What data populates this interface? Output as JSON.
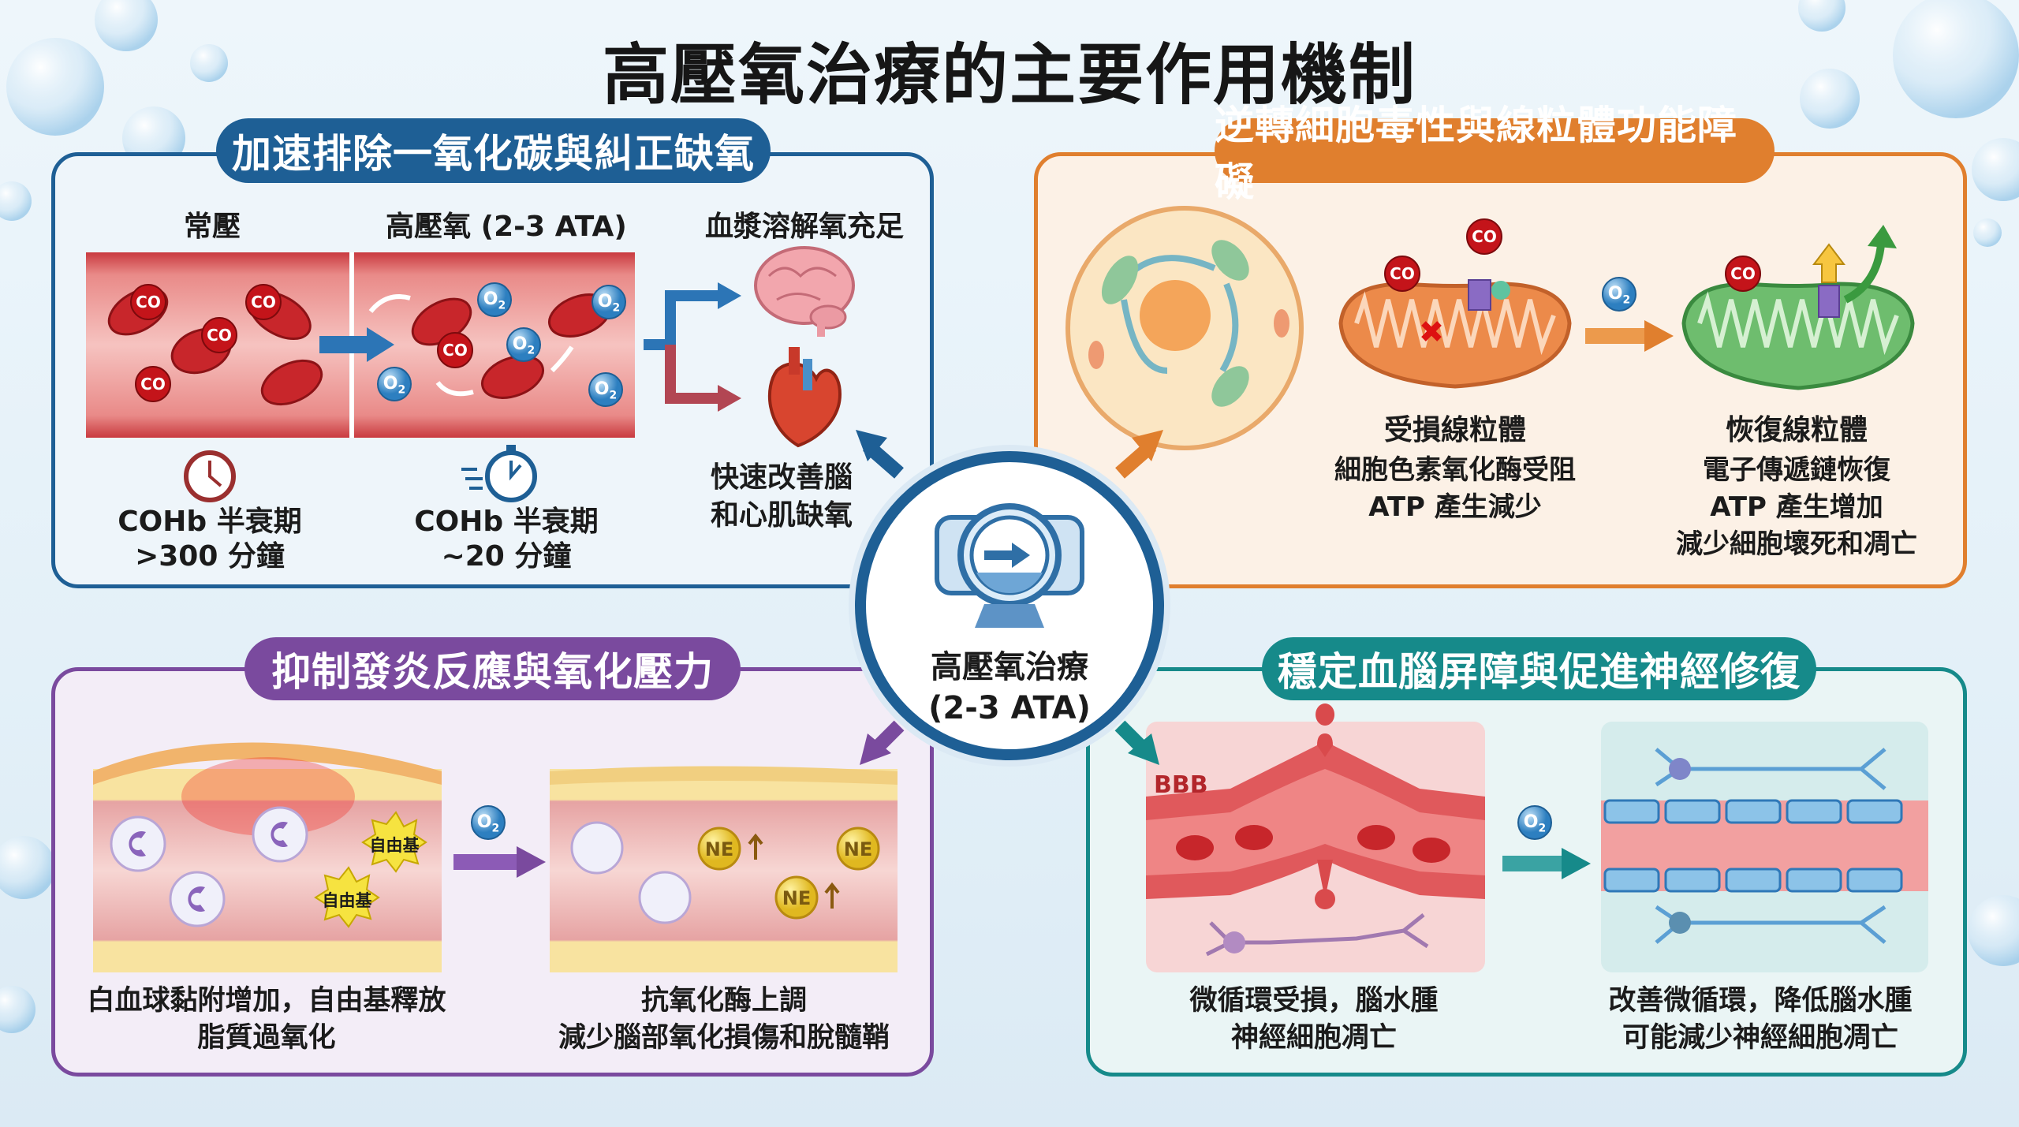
{
  "title": "高壓氧治療的主要作用機制",
  "center": {
    "line1": "高壓氧治療",
    "line2": "(2-3 ATA)"
  },
  "colors": {
    "blue": "#1e5f95",
    "orange": "#e07f2e",
    "purple": "#7a4a9e",
    "teal": "#168a8a"
  },
  "panel_co": {
    "heading": "加速排除一氧化碳與糾正缺氧",
    "label_normal": "常壓",
    "label_hbo": "高壓氧 (2-3 ATA)",
    "label_plasma": "血漿溶解氧充足",
    "co": "CO",
    "o2": "O",
    "o2_sub": "2",
    "normal_halflife": [
      "COHb 半衰期",
      ">300 分鐘"
    ],
    "hbo_halflife": [
      "COHb 半衰期",
      "~20 分鐘"
    ],
    "outcome": [
      "快速改善腦",
      "和心肌缺氧"
    ]
  },
  "panel_mito": {
    "heading": "逆轉細胞毒性與線粒體功能障礙",
    "damaged": [
      "受損線粒體",
      "細胞色素氧化酶受阻",
      "ATP 產生減少"
    ],
    "recovered": [
      "恢復線粒體",
      "電子傳遞鏈恢復",
      "ATP 產生增加",
      "減少細胞壞死和凋亡"
    ]
  },
  "panel_inflam": {
    "heading": "抑制發炎反應與氧化壓力",
    "free_radical": "自由基",
    "ne": "NE",
    "before": [
      "白血球黏附增加，自由基釋放",
      "脂質過氧化"
    ],
    "after": [
      "抗氧化酶上調",
      "減少腦部氧化損傷和脫髓鞘"
    ]
  },
  "panel_bbb": {
    "heading": "穩定血腦屏障與促進神經修復",
    "bbb_label": "BBB",
    "before": [
      "微循環受損，腦水腫",
      "神經細胞凋亡"
    ],
    "after": [
      "改善微循環，降低腦水腫",
      "可能減少神經細胞凋亡"
    ]
  }
}
